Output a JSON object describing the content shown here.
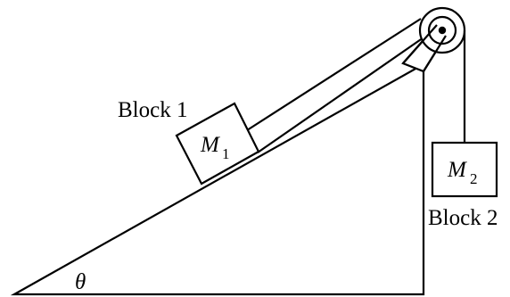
{
  "labels": {
    "block1": "Block 1",
    "block2": "Block 2",
    "mass1_symbol": "M",
    "mass1_subscript": "1",
    "mass2_symbol": "M",
    "mass2_subscript": "2",
    "angle": "θ"
  }
}
